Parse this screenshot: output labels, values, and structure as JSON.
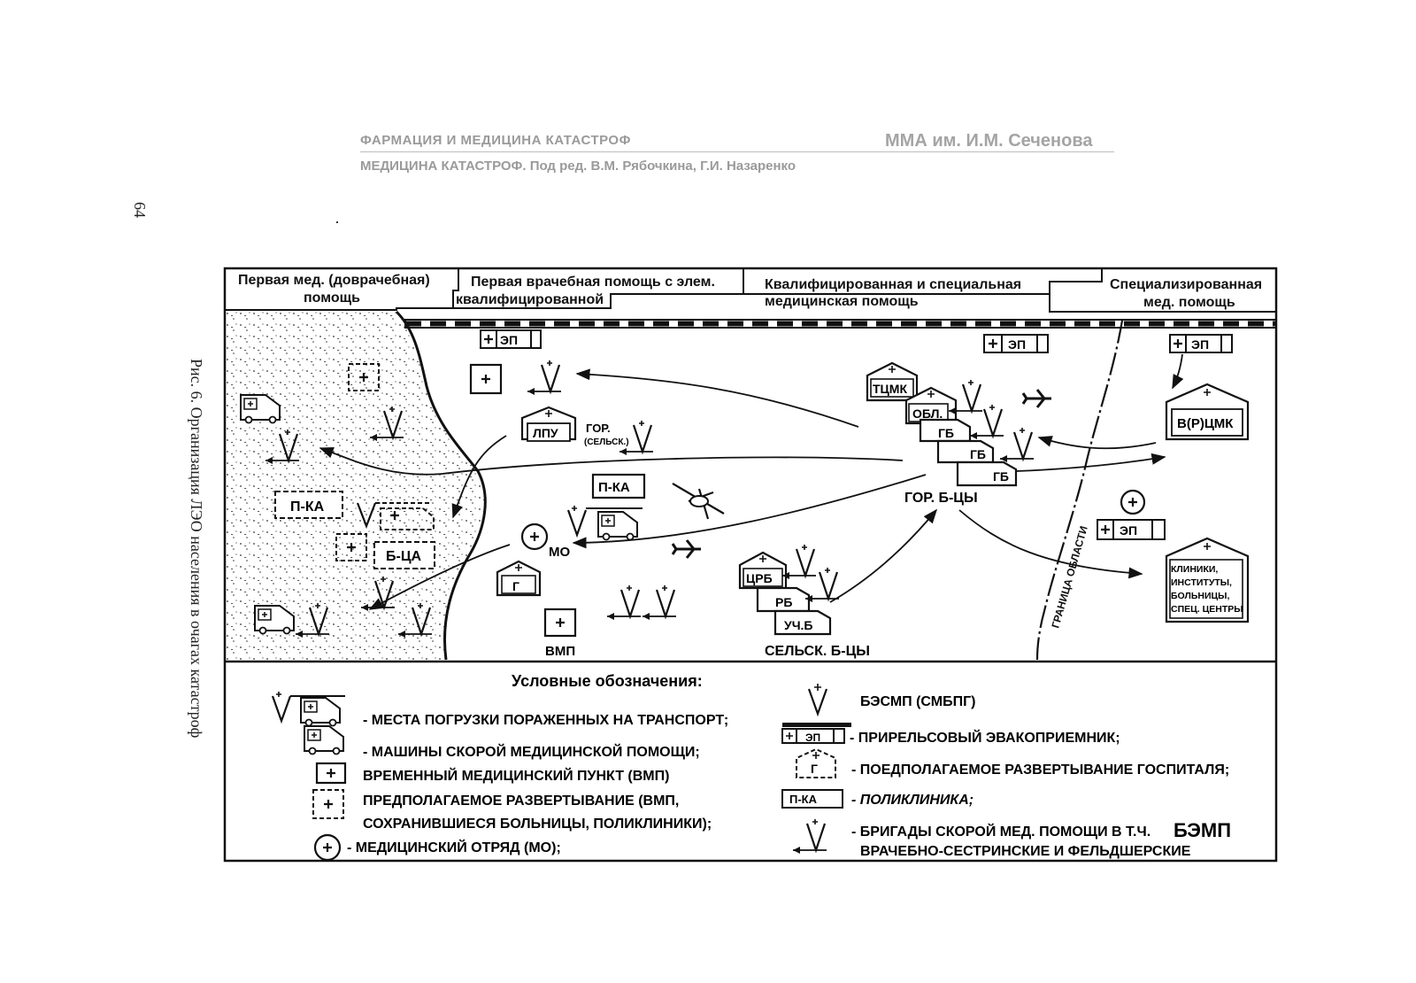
{
  "header": {
    "left_title": "ФАРМАЦИЯ И МЕДИЦИНА КАТАСТРОФ",
    "right_title": "ММА им. И.М. Сеченова",
    "subtitle": "МЕДИЦИНА КАТАСТРОФ. Под ред. В.М. Рябочкина, Г.И. Назаренко"
  },
  "page_number": "64",
  "caption": "Рис. 6. Организация ЛЭО населения в очагах катастроф",
  "zones": {
    "z1_line1": "Первая мед. (доврачебная)",
    "z1_line2": "помощь",
    "z2_line1": "Первая врачебная помощь с элем.",
    "z2_line2": "квалифицированной",
    "z3_line1": "Квалифицированная и специальная",
    "z3_line2": "медицинская помощь",
    "z4_line1": "Специализированная",
    "z4_line2": "мед. помощь"
  },
  "map": {
    "ep": "ЭП",
    "pka": "П-КА",
    "bca": "Б-ЦА",
    "lpu": "ЛПУ",
    "gor": "ГОР.",
    "sel": "(СЕЛЬСК.)",
    "mo": "МО",
    "g": "Г",
    "vmp": "ВМП",
    "tcmk": "ТЦМК",
    "obl": "ОБЛ.",
    "gb": "ГБ",
    "gor_bcy": "ГОР. Б-ЦЫ",
    "crb": "ЦРБ",
    "rb": "РБ",
    "uchb": "УЧ.Б",
    "sel_bcy": "СЕЛЬСК. Б-ЦЫ",
    "vrcmk": "В(Р)ЦМК",
    "border": "ГРАНИЦА ОБЛАСТИ",
    "clinic1": "КЛИНИКИ,",
    "clinic2": "ИНСТИТУТЫ,",
    "clinic3": "БОЛЬНИЦЫ,",
    "clinic4": "СПЕЦ. ЦЕНТРЫ"
  },
  "legend": {
    "title": "Условные обозначения:",
    "loading": "- МЕСТА ПОГРУЗКИ ПОРАЖЕННЫХ НА ТРАНСПОРТ;",
    "ambulance": "- МАШИНЫ СКОРОЙ МЕДИЦИНСКОЙ ПОМОЩИ;",
    "vmp": "ВРЕМЕННЫЙ МЕДИЦИНСКИЙ ПУНКТ (ВМП)",
    "planned1": "ПРЕДПОЛАГАЕМОЕ РАЗВЕРТЫВАНИЕ (ВМП,",
    "planned2": "СОХРАНИВШИЕСЯ БОЛЬНИЦЫ, ПОЛИКЛИНИКИ);",
    "mo": "- МЕДИЦИНСКИЙ ОТРЯД (МО);",
    "besmp": "БЭСМП (СМБПГ)",
    "rail": "- ПРИРЕЛЬСОВЫЙ ЭВАКОПРИЕМНИК;",
    "hospital": "- ПОЕДПОЛАГАЕМОЕ РАЗВЕРТЫВАНИЕ ГОСПИТАЛЯ;",
    "polyclinic": "- ПОЛИКЛИНИКА;",
    "brigades1": "- БРИГАДЫ СКОРОЙ МЕД. ПОМОЩИ В Т.Ч.",
    "brigades_big": "БЭМП",
    "brigades2": "ВРАЧЕБНО-СЕСТРИНСКИЕ И ФЕЛЬДШЕРСКИЕ",
    "icon_ep": "+|ЭП",
    "icon_g": "Г",
    "icon_pka": "П-КА"
  }
}
